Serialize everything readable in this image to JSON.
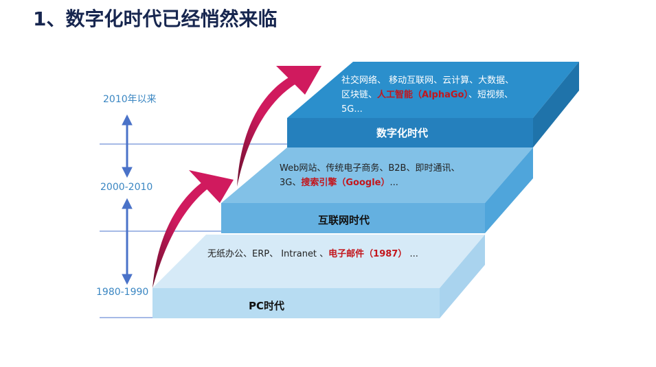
{
  "title": "1、数字化时代已经悄然来临",
  "timeline": {
    "labels": [
      "2010年以来",
      "2000-2010",
      "1980-1990"
    ]
  },
  "eras": [
    {
      "name": "PC时代",
      "items_plain": "无纸办公、ERP、 Intranet 、",
      "items_highlight": "电子邮件（1987）",
      "items_tail": " ..."
    },
    {
      "name": "互联网时代",
      "line1": "Web网站、传统电子商务、B2B、即时通讯、",
      "line2_plain": "3G、",
      "line2_highlight": "搜索引擎（Google）",
      "line2_tail": "..."
    },
    {
      "name": "数字化时代",
      "line1": "社交网络、 移动互联网、云计算、大数据、",
      "line2_plain": "区块链、",
      "line2_highlight": "人工智能（AlphaGo）",
      "line2_tail": "、短视频、",
      "line3": "5G..."
    }
  ],
  "colors": {
    "accent_arrow": "#d01a5e",
    "top_slab": "#2a8ac8",
    "mid_slab": "#7dbde6",
    "bottom_slab": "#cfe6f5",
    "highlight": "#c3161c"
  }
}
